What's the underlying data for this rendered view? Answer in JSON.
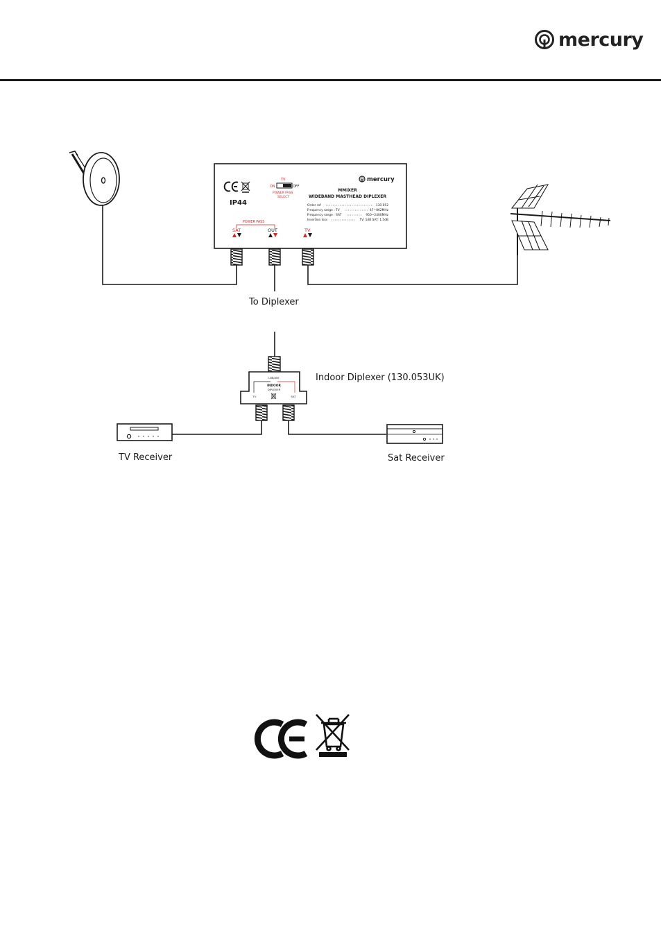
{
  "brand": {
    "name": "mercury"
  },
  "masthead_unit": {
    "ip_rating": "IP44",
    "tv_label": "TV",
    "on_label": "ON",
    "off_label": "OFF",
    "power_pass_select_1": "POWER PASS",
    "power_pass_select_2": "SELECT",
    "unit_brand": "mercury",
    "model": "MMIXER",
    "product_name": "WIDEBAND MASTHEAD DIPLEXER",
    "order_ref_label": "Order ref",
    "order_ref_value": "130.052",
    "freq_tv_label": "Frequency range : TV",
    "freq_tv_value": "47~862MHz",
    "freq_sat_label": "Frequency range : SAT",
    "freq_sat_value": "950~2400MHz",
    "insertion_label": "Insertion loss",
    "insertion_value": "TV: 1dB SAT: 1.5dB",
    "power_pass_label": "POWER PASS",
    "port_sat": "SAT",
    "port_out": "OUT",
    "port_tv": "TV"
  },
  "labels": {
    "to_diplexer": "To Diplexer",
    "indoor_diplexer": "Indoor Diplexer (130.053UK)",
    "tv_receiver": "TV Receiver",
    "sat_receiver": "Sat Receiver"
  },
  "indoor_unit": {
    "top_port": "LNB/ANT",
    "model_1": "INDOOR",
    "model_2": "DIPLEXER",
    "left_port": "TV",
    "right_port": "SAT"
  },
  "colors": {
    "accent_red": "#d42a2a",
    "line": "#1a1a1a"
  }
}
